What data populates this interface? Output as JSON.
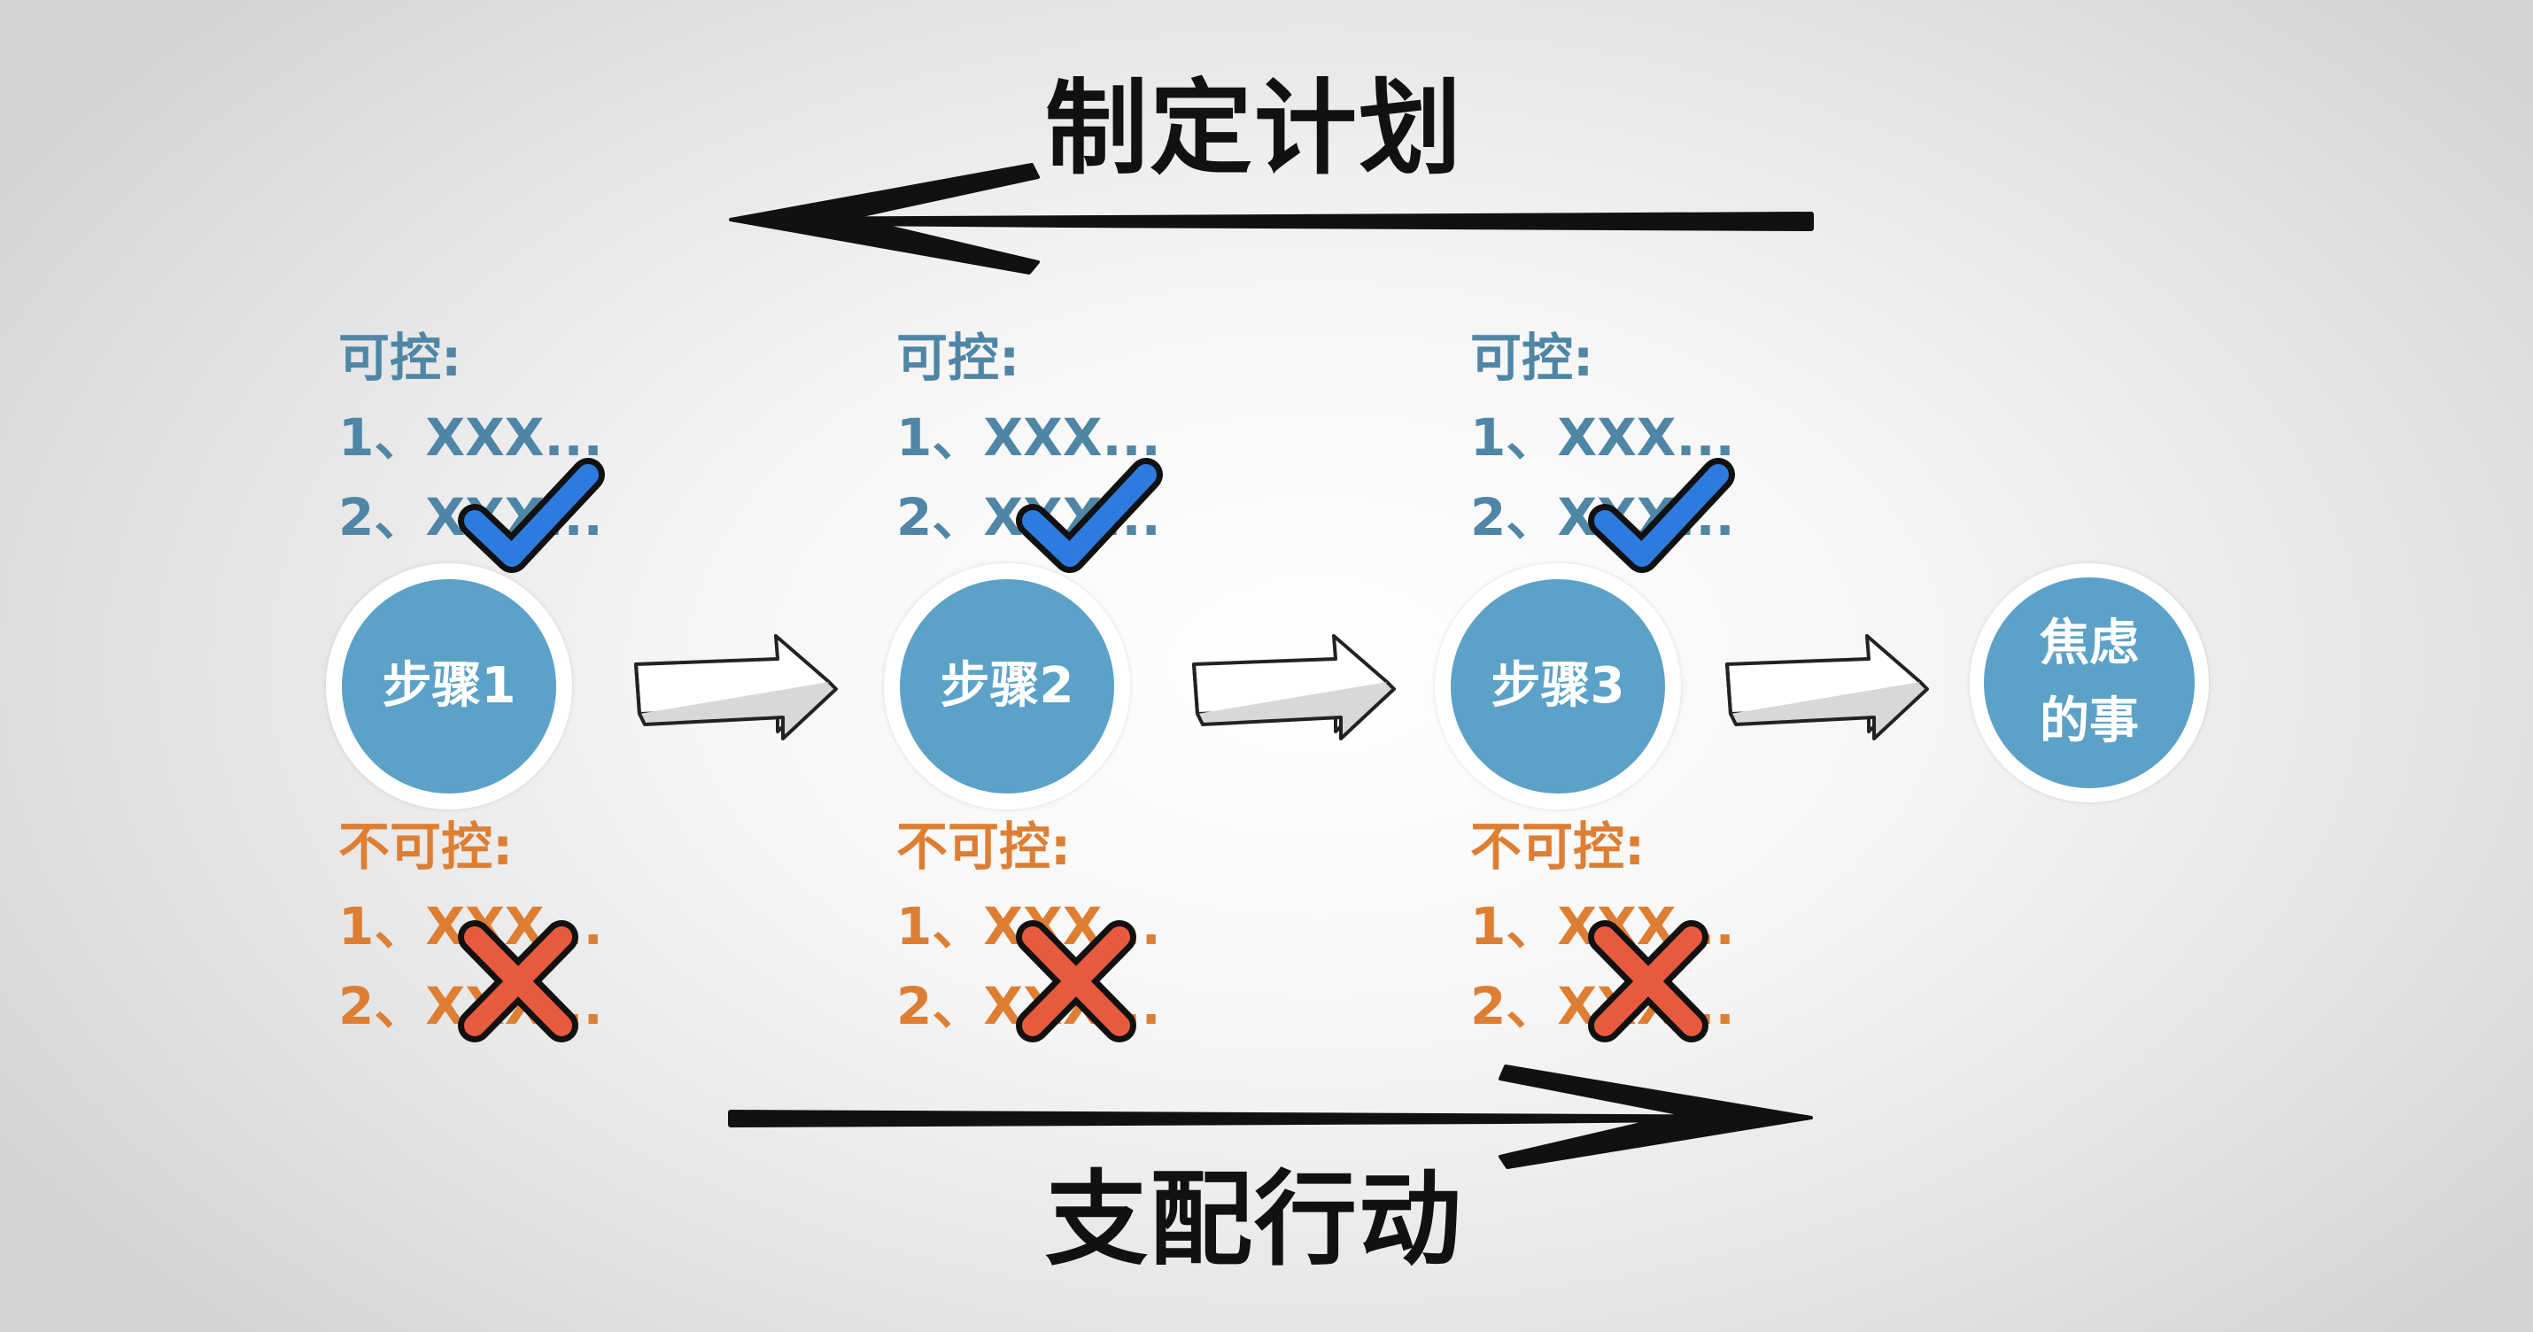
{
  "top_label": "制定计划",
  "bottom_label": "支配行动",
  "steps": [
    {
      "name": "步骤1",
      "controllable_heading": "可控:",
      "controllable_items": [
        "1、XXX...",
        "2、XXX..."
      ],
      "uncontrollable_heading": "不可控:",
      "uncontrollable_items": [
        "1、XXX...",
        "2、XXX..."
      ]
    },
    {
      "name": "步骤2",
      "controllable_heading": "可控:",
      "controllable_items": [
        "1、XXX...",
        "2、XXX..."
      ],
      "uncontrollable_heading": "不可控:",
      "uncontrollable_items": [
        "1、XXX...",
        "2、XXX..."
      ]
    },
    {
      "name": "步骤3",
      "controllable_heading": "可控:",
      "controllable_items": [
        "1、XXX...",
        "2、XXX..."
      ],
      "uncontrollable_heading": "不可控:",
      "uncontrollable_items": [
        "1、XXX...",
        "2、XXX..."
      ]
    }
  ],
  "goal": "焦虑\n的事",
  "icons": {
    "controllable_marker": "check-icon",
    "uncontrollable_marker": "cross-icon",
    "flow_connector": "block-arrow-icon"
  },
  "colors": {
    "controllable": "#4f86a6",
    "uncontrollable": "#dd7e33",
    "circle_fill": "#5ca1c7",
    "check_mark": "#2e7be0",
    "cross_mark": "#e85a3e",
    "ink": "#111111"
  }
}
